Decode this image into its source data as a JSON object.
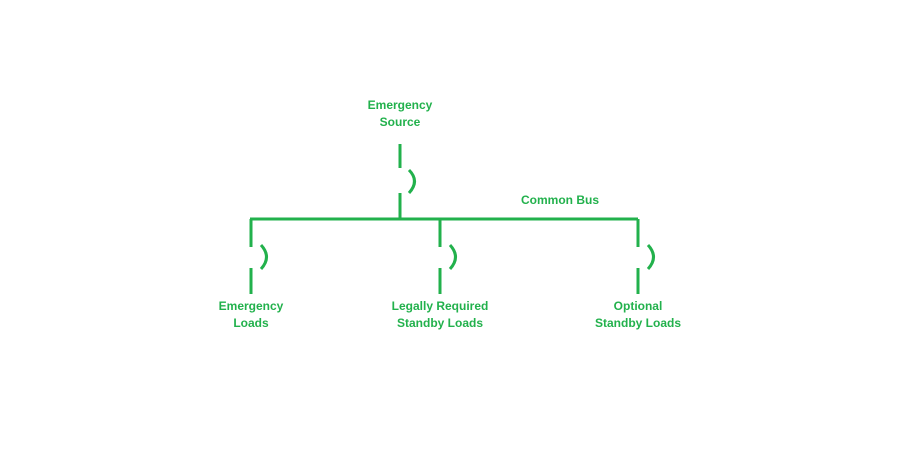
{
  "colors": {
    "line": "#22b14c",
    "text": "#22b14c"
  },
  "source": {
    "label_line1": "Emergency",
    "label_line2": "Source"
  },
  "bus": {
    "label": "Common Bus"
  },
  "loads": [
    {
      "label_line1": "Emergency",
      "label_line2": "Loads"
    },
    {
      "label_line1": "Legally Required",
      "label_line2": "Standby Loads"
    },
    {
      "label_line1": "Optional",
      "label_line2": "Standby Loads"
    }
  ]
}
